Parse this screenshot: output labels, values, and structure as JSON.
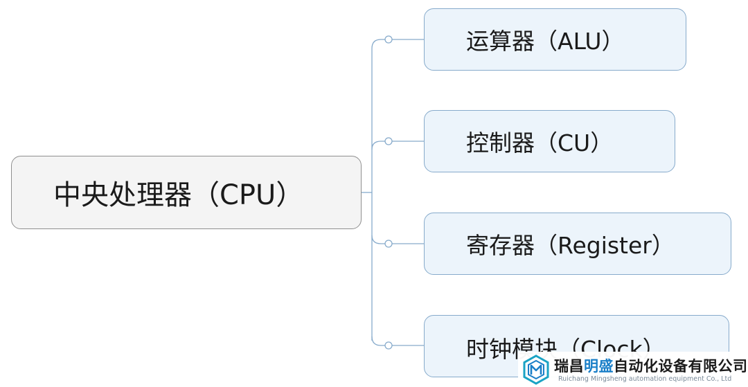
{
  "root": {
    "label": "中央处理器（CPU）"
  },
  "children": [
    {
      "label": "运算器（ALU）"
    },
    {
      "label": "控制器（CU）"
    },
    {
      "label": "寄存器（Register）"
    },
    {
      "label": "时钟模块（Clock）"
    }
  ],
  "colors": {
    "connector": "#86aacb",
    "child_fill": "#ecf4fb",
    "root_fill": "#f4f4f4",
    "brand_blue": "#1a7fc8"
  },
  "watermark": {
    "icon": "hexagon-logo-icon",
    "name_part1": "瑞昌",
    "name_part2": "明盛",
    "name_part3": "自动化设备有限公司",
    "subtitle": "Ruichang Mingsheng automation equipment Co., Ltd"
  }
}
